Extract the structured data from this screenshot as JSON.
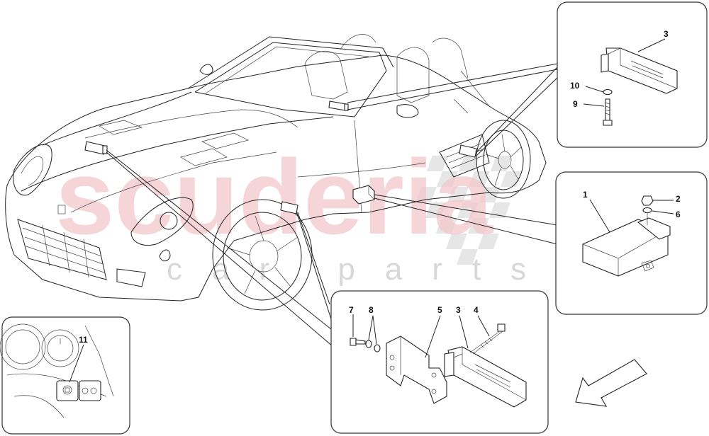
{
  "watermark": {
    "main": "scuderia",
    "sub": "car parts"
  },
  "callouts": {
    "box_top_right": [
      "3",
      "10",
      "9"
    ],
    "box_mid_right": [
      "1",
      "2",
      "6"
    ],
    "box_bottom_center": [
      "7",
      "8",
      "5",
      "3",
      "4"
    ],
    "box_bottom_left": [
      "11"
    ]
  },
  "colors": {
    "line": "#222222",
    "watermark_main": "#f4c8cc",
    "watermark_sub": "#cfcfcf",
    "checker": "#e3e3e3"
  },
  "icons": [
    "direction-arrow-icon"
  ]
}
